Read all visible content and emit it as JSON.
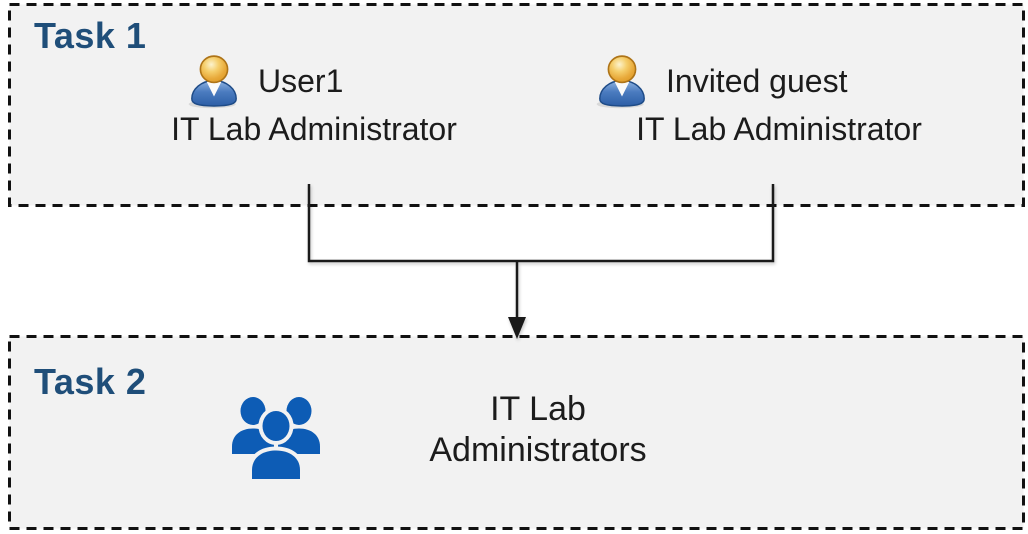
{
  "colors": {
    "task_title": "#1F4E79",
    "box_background": "#F2F2F2",
    "box_border": "#111111",
    "connector": "#1A1A1A",
    "icon_blue": "#0D5CB5",
    "person_body_blue": "#3A6FB5",
    "person_head_gold": "#E8A637",
    "text": "#1C1C1C"
  },
  "task1": {
    "title": "Task 1",
    "users": [
      {
        "name": "User1",
        "role": "IT Lab Administrator",
        "icon": "person-icon"
      },
      {
        "name": "Invited guest",
        "role": "IT Lab Administrator",
        "icon": "person-icon"
      }
    ]
  },
  "task2": {
    "title": "Task 2",
    "group": {
      "label": "IT Lab\nAdministrators",
      "icon": "people-group-icon"
    }
  },
  "connector": {
    "description": "Lines from User1 and Invited guest merge and point down to the IT Lab Administrators group"
  }
}
